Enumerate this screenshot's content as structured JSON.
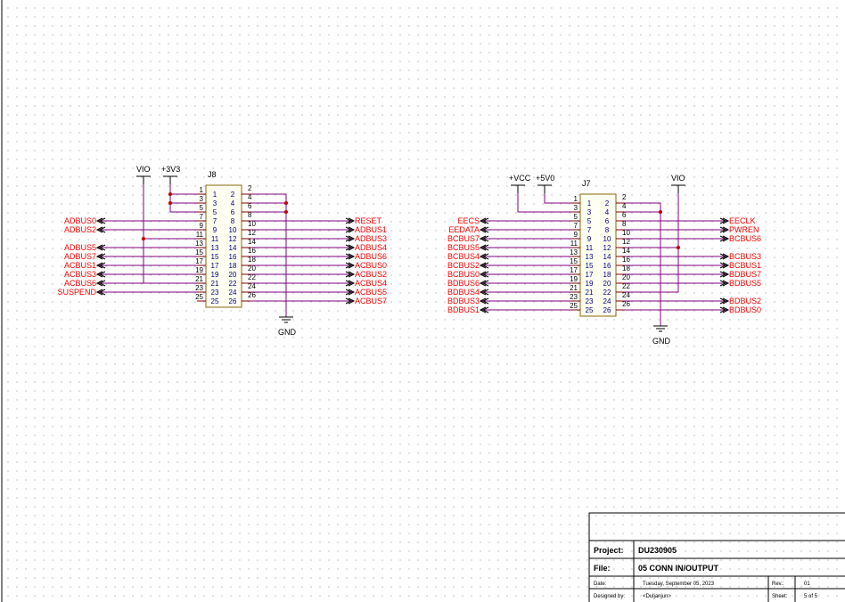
{
  "schematic": {
    "j8": {
      "ref": "J8",
      "left_nets": {
        "9": "ADBUS0",
        "11": "ADBUS2",
        "15": "ADBUS5",
        "17": "ADBUS7",
        "19": "ACBUS1",
        "21": "ACBUS3",
        "23": "ACBUS6",
        "25": "SUSPEND"
      },
      "right_nets": {
        "10": "RESET",
        "12": "ADBUS1",
        "14": "ADBUS3",
        "16": "ADBUS4",
        "18": "ADBUS6",
        "20": "ACBUS0",
        "22": "ACBUS2",
        "24": "ACBUS4",
        "26": "ACBUS5",
        "28": "ACBUS7"
      },
      "pins_left": [
        "1",
        "3",
        "5",
        "7",
        "9",
        "11",
        "13",
        "15",
        "17",
        "19",
        "21",
        "23",
        "25"
      ],
      "pins_right": [
        "2",
        "4",
        "6",
        "8",
        "10",
        "12",
        "14",
        "16",
        "18",
        "20",
        "22",
        "24",
        "26"
      ],
      "inner_left": [
        "1",
        "3",
        "5",
        "7",
        "9",
        "11",
        "13",
        "15",
        "17",
        "19",
        "21",
        "23",
        "25"
      ],
      "inner_right": [
        "2",
        "4",
        "6",
        "8",
        "10",
        "12",
        "14",
        "16",
        "18",
        "20",
        "22",
        "24",
        "26"
      ],
      "power": {
        "vio": "VIO",
        "p3v3": "+3V3",
        "gnd": "GND"
      }
    },
    "j7": {
      "ref": "J7",
      "left_nets": {
        "7": "EECS",
        "9": "EEDATA",
        "11": "BCBUS7",
        "13": "BCBUS5",
        "15": "BCBUS4",
        "17": "BCBUS2",
        "19": "BCBUS0",
        "21": "BDBUS6",
        "23": "BDBUS4",
        "25": "BDBUS3",
        "27": "BDBUS1"
      },
      "right_nets": {
        "8": "EECLK",
        "10": "PWREN",
        "12": "BCBUS6",
        "16": "BCBUS3",
        "18": "BCBUS1",
        "20": "BDBUS7",
        "22": "BDBUS5",
        "26": "BDBUS2",
        "28": "BDBUS0"
      },
      "pins_left": [
        "1",
        "3",
        "5",
        "7",
        "9",
        "11",
        "13",
        "15",
        "17",
        "19",
        "21",
        "23",
        "25"
      ],
      "pins_right": [
        "2",
        "4",
        "6",
        "8",
        "10",
        "12",
        "14",
        "16",
        "18",
        "20",
        "22",
        "24",
        "26"
      ],
      "inner_left": [
        "1",
        "3",
        "5",
        "7",
        "9",
        "11",
        "13",
        "15",
        "17",
        "19",
        "21",
        "23",
        "25"
      ],
      "inner_right": [
        "2",
        "4",
        "6",
        "8",
        "10",
        "12",
        "14",
        "16",
        "18",
        "20",
        "22",
        "24",
        "26"
      ],
      "power": {
        "vcc": "+VCC",
        "p5v0": "+5V0",
        "vio": "VIO",
        "gnd": "GND"
      }
    }
  },
  "title_block": {
    "project_label": "Project:",
    "project_value": "DU230905",
    "file_label": "File:",
    "file_value": "05 CONN IN/OUTPUT",
    "date_label": "Date:",
    "date_value": "Tuesday, September 05, 2023",
    "rev_label": "Rev.:",
    "rev_value": "01",
    "designer_label": "Designed by:",
    "designer_value": "<Duljanjun>",
    "sheet_label": "Sheet:",
    "sheet_value": "5   of   5"
  },
  "colors": {
    "wire": "#800080",
    "net_label": "#ff0000",
    "part_outline": "#8b6508",
    "pin_name": "#000080",
    "junction": "#c00000"
  }
}
